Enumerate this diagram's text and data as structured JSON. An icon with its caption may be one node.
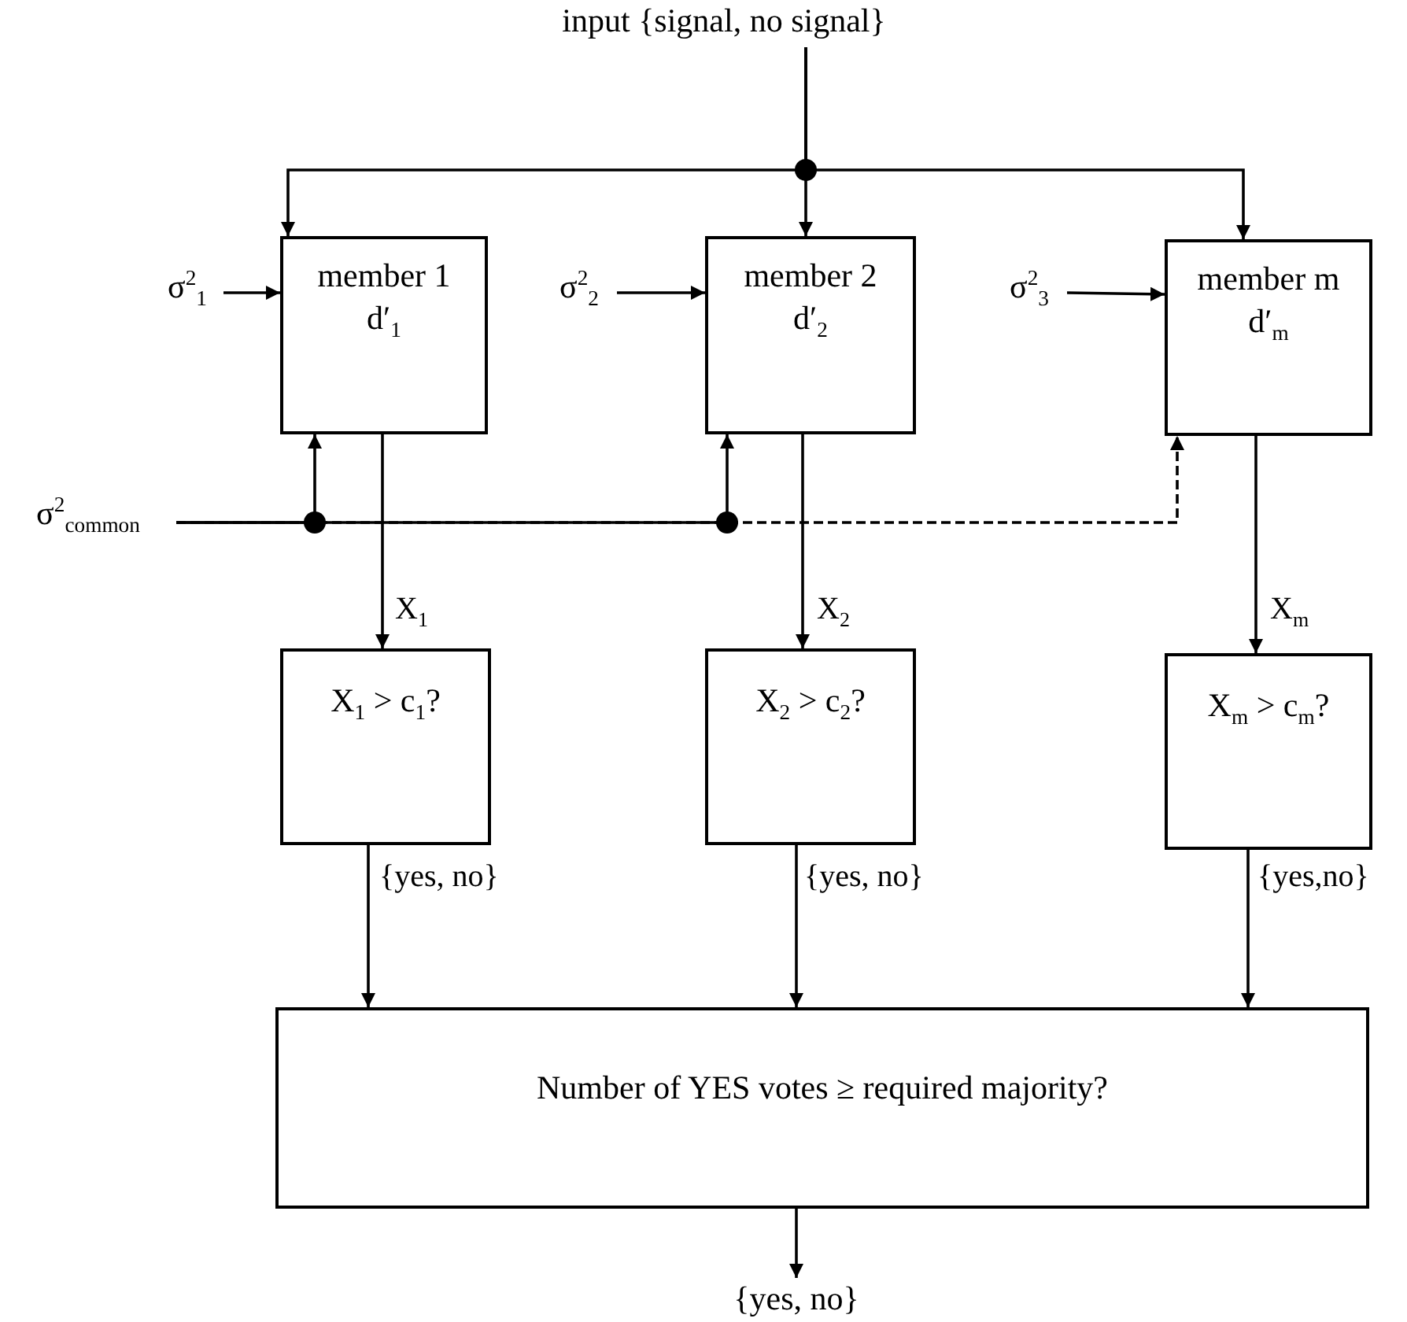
{
  "diagram": {
    "nodes": [
      {
        "text": [
          "input {signal, no signal}"
        ]
      },
      {
        "text": [
          "member 1",
          "d′$_{1}$"
        ]
      },
      {
        "text": [
          "member 2",
          "d′$_{2}$"
        ]
      },
      {
        "text": [
          "member m",
          "d′$_{m}$"
        ]
      },
      {
        "text": [
          "σ$^{2}$$_{1}$"
        ]
      },
      {
        "text": [
          "σ$^{2}$$_{2}$"
        ]
      },
      {
        "text": [
          "σ$^{2}$$_{3}$"
        ]
      },
      {
        "text": [
          "σ$^{2}$$_{common}$"
        ]
      },
      {
        "text": [
          "X$_{1}$ > c$_{1}$?"
        ]
      },
      {
        "text": [
          "X$_{2}$ > c$_{2}$?"
        ]
      },
      {
        "text": [
          "X$_{m}$ > c$_{m}$?"
        ]
      },
      {
        "text": [
          "Number of YES votes  ≥  required majority?"
        ]
      },
      {
        "text": [
          "{yes, no}"
        ]
      }
    ],
    "edges": [
      {
        "from": 0,
        "to": 1,
        "arrow": "to"
      },
      {
        "from": 0,
        "to": 2,
        "arrow": "to"
      },
      {
        "from": 0,
        "to": 3,
        "arrow": "to"
      },
      {
        "from": 4,
        "to": 1,
        "arrow": "to"
      },
      {
        "from": 5,
        "to": 2,
        "arrow": "to"
      },
      {
        "from": 6,
        "to": 3,
        "arrow": "to"
      },
      {
        "from": 7,
        "to": 1,
        "arrow": "to"
      },
      {
        "from": 7,
        "to": 2,
        "arrow": "to"
      },
      {
        "from": 7,
        "to": 3,
        "arrow": "to",
        "style": "dashed"
      },
      {
        "from": 1,
        "to": 8,
        "arrow": "to",
        "label": "X$_{1}$"
      },
      {
        "from": 2,
        "to": 9,
        "arrow": "to",
        "label": "X$_{2}$"
      },
      {
        "from": 3,
        "to": 10,
        "arrow": "to",
        "label": "X$_{m}$"
      },
      {
        "from": 8,
        "to": 11,
        "arrow": "to",
        "label": "{yes, no}"
      },
      {
        "from": 9,
        "to": 11,
        "arrow": "to",
        "label": "{yes, no}"
      },
      {
        "from": 10,
        "to": 11,
        "arrow": "to",
        "label": "{yes,no}"
      },
      {
        "from": 11,
        "to": 12,
        "arrow": "to"
      }
    ]
  }
}
